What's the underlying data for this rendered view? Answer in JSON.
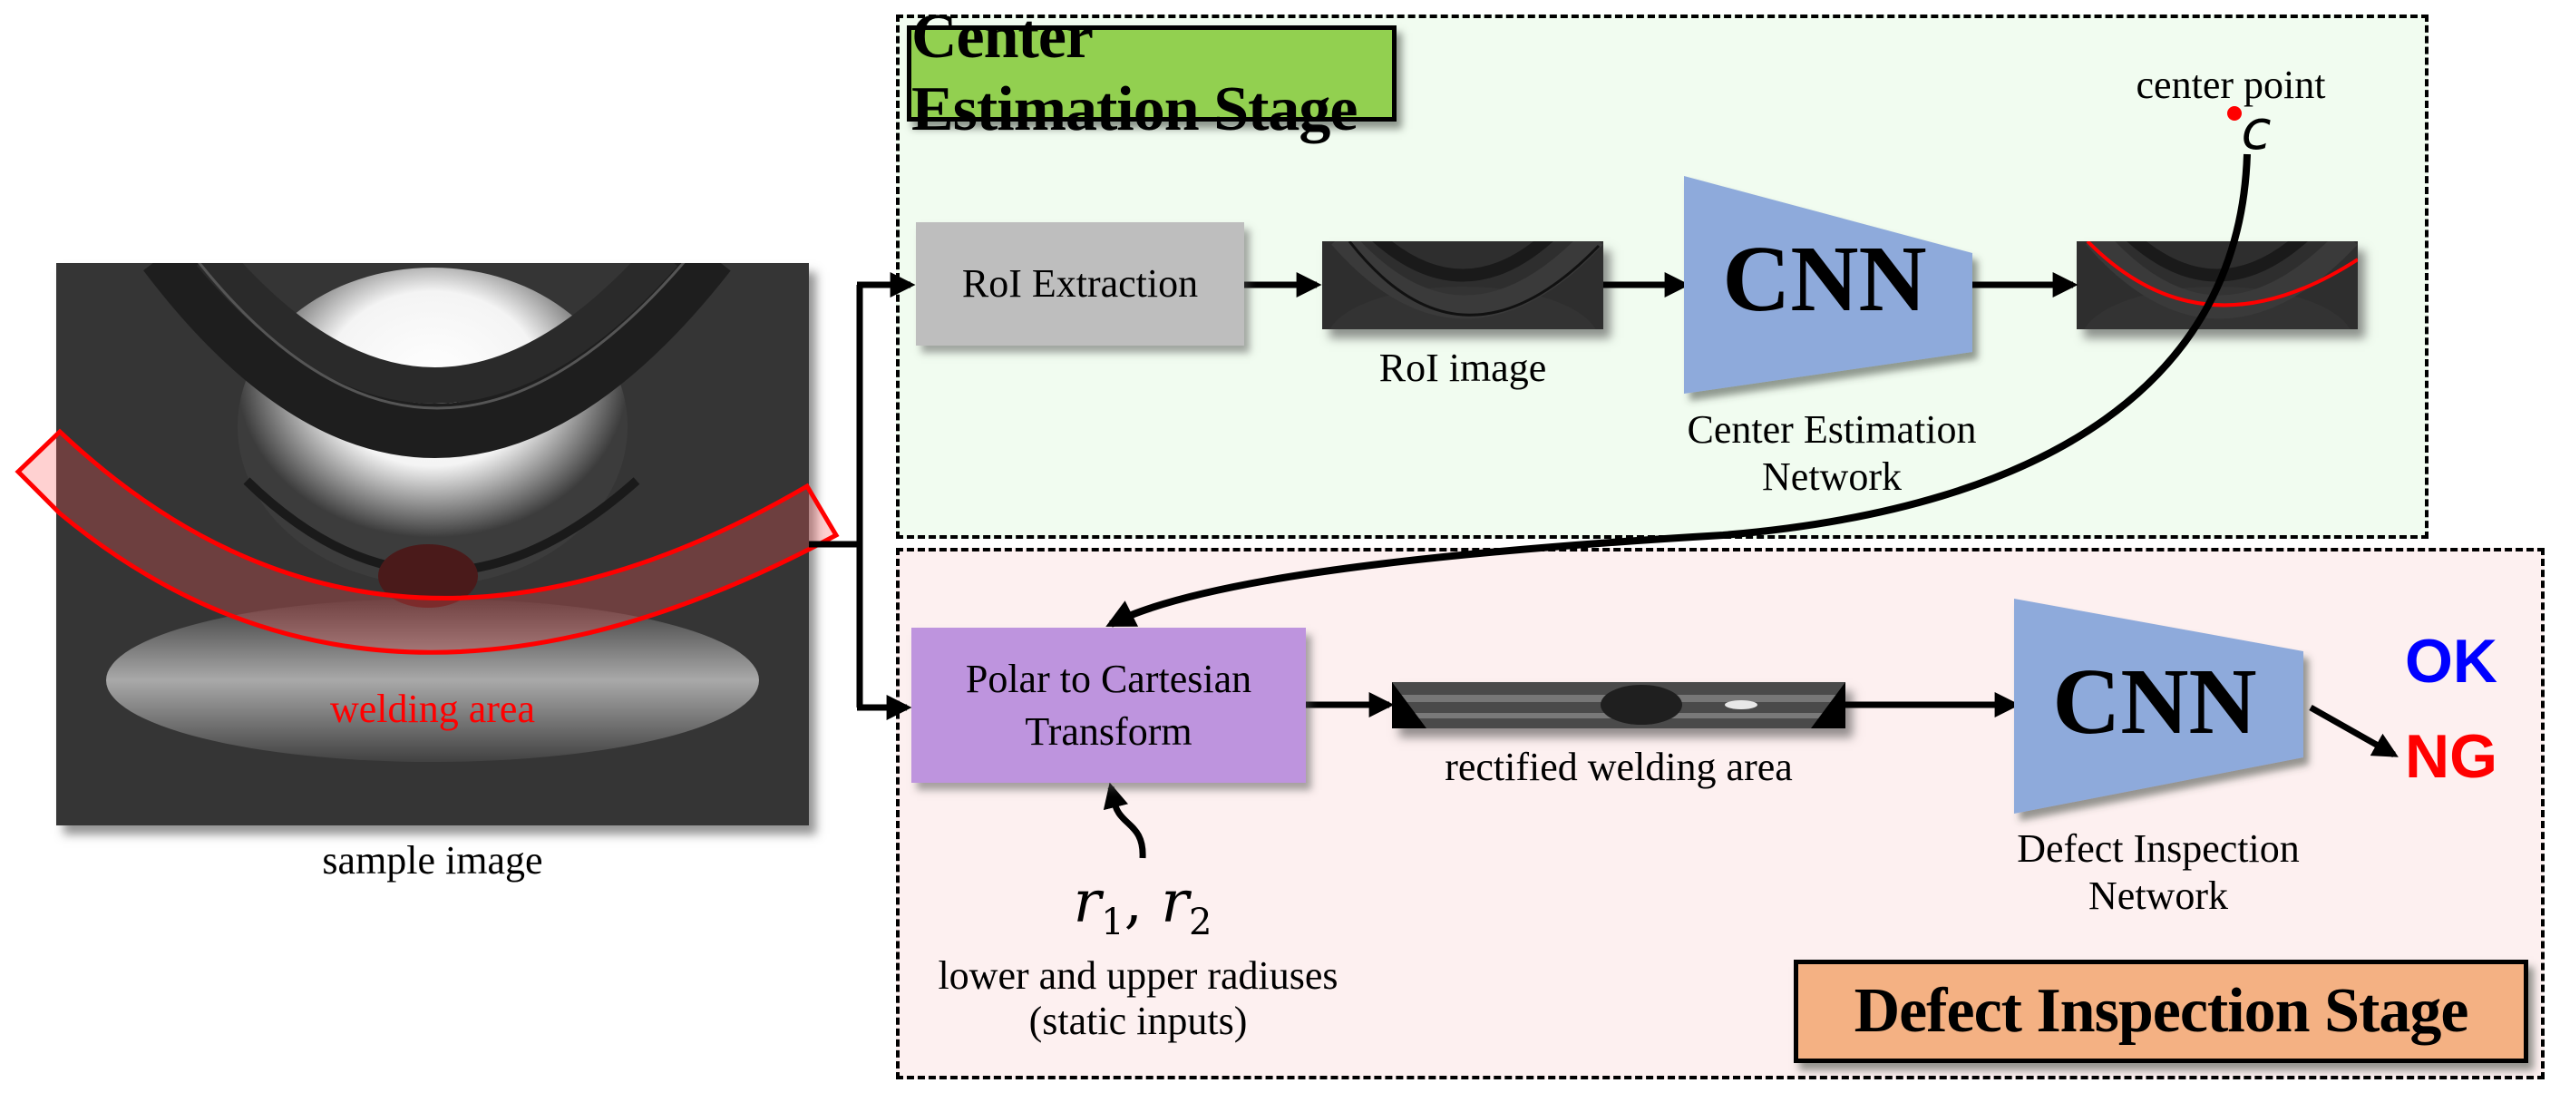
{
  "figure": {
    "sample": {
      "caption": "sample image",
      "region_label": "welding area",
      "region_color": "#ff0000"
    },
    "center_stage": {
      "title": "Center Estimation Stage",
      "title_bg": "#92d050",
      "panel_bg": "#f1fcf0",
      "roi_block": "RoI Extraction",
      "roi_image_caption": "RoI image",
      "cnn_label": "CNN",
      "network_caption_line1": "Center Estimation",
      "network_caption_line2": "Network",
      "center_point_label": "center point",
      "center_symbol": "c"
    },
    "defect_stage": {
      "title": "Defect Inspection Stage",
      "title_bg": "#f4b183",
      "panel_bg": "#fdf0f0",
      "transform_block_line1": "Polar to Cartesian",
      "transform_block_line2": "Transform",
      "rectified_caption": "rectified welding area",
      "radius_symbol_r": "r",
      "radius_sub_1": "1",
      "radius_sub_2": "2",
      "radius_caption_line1": "lower and upper radiuses",
      "radius_caption_line2": "(static inputs)",
      "cnn_label": "CNN",
      "network_caption_line1": "Defect Inspection",
      "network_caption_line2": "Network",
      "result_ok": "OK",
      "result_ng": "NG",
      "ok_color": "#0000ff",
      "ng_color": "#ff0000"
    },
    "colors": {
      "cnn_fill": "#8eaadb",
      "roi_block_fill": "#bebebe",
      "transform_block_fill": "#be94de"
    }
  }
}
